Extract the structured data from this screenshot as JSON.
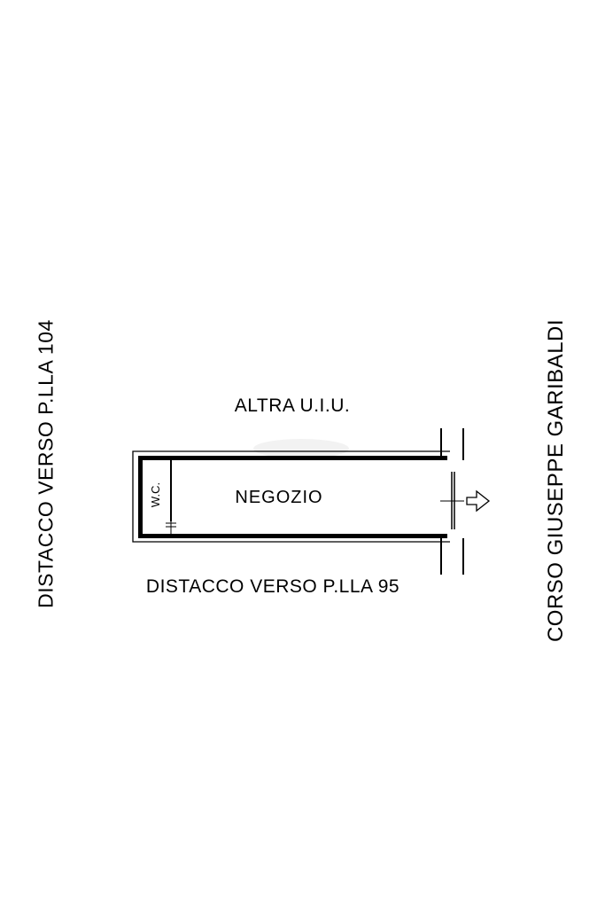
{
  "page": {
    "background": "#ffffff",
    "line_color": "#000000",
    "watermark_color": "#ececec"
  },
  "labels": {
    "left_vertical": "DISTACCO VERSO P.LLA 104",
    "right_vertical": "CORSO GIUSEPPE GARIBALDI",
    "top": "ALTRA U.I.U.",
    "bottom": "DISTACCO VERSO P.LLA 95"
  },
  "plan": {
    "room_label": "NEGOZIO",
    "wc_label": "W.C."
  }
}
